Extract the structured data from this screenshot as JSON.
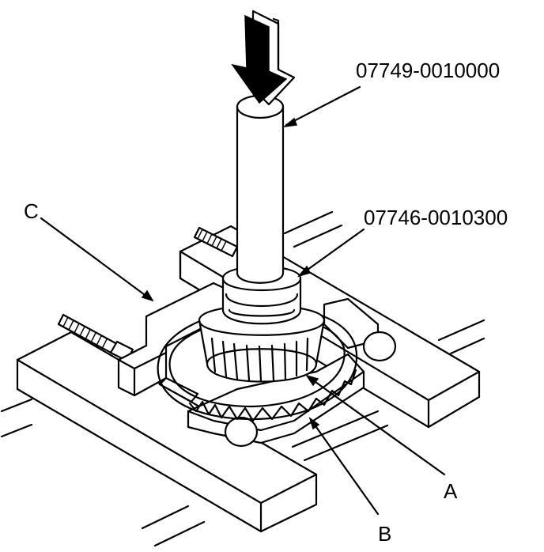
{
  "callouts": {
    "tool_1": "07749-0010000",
    "tool_2": "07746-0010300",
    "label_c": "C",
    "label_a": "A",
    "label_b": "B"
  },
  "icons": {
    "press_direction": "arrow-down-icon"
  }
}
